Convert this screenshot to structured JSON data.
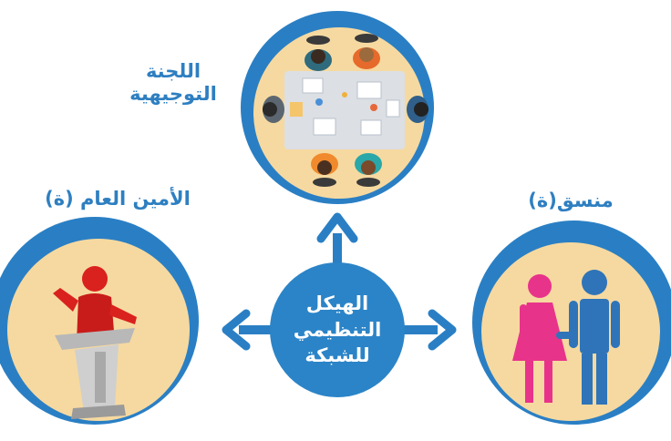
{
  "labels": {
    "committee": [
      "اللجنة",
      "التوجيهية"
    ],
    "secretary_general": "الأمين العام (ة)",
    "coordinator": "منسق(ة)"
  },
  "center": {
    "lines": [
      "الهيكل",
      "التنظيمي",
      "للشبكة"
    ]
  },
  "colors": {
    "blue": "#2a7fc4",
    "center_blue": "#2b84c7",
    "circle_fill": "#f6d9a0",
    "label_blue": "#2e7fc1",
    "pink": "#e8338a",
    "man_blue": "#2f74b8",
    "speaker_red": "#d9211e",
    "table": "#dcdfe3"
  },
  "icons": {
    "committee": "meeting-table-icon",
    "secretary_general": "speaker-podium-icon",
    "coordinator": "man-woman-icon"
  }
}
